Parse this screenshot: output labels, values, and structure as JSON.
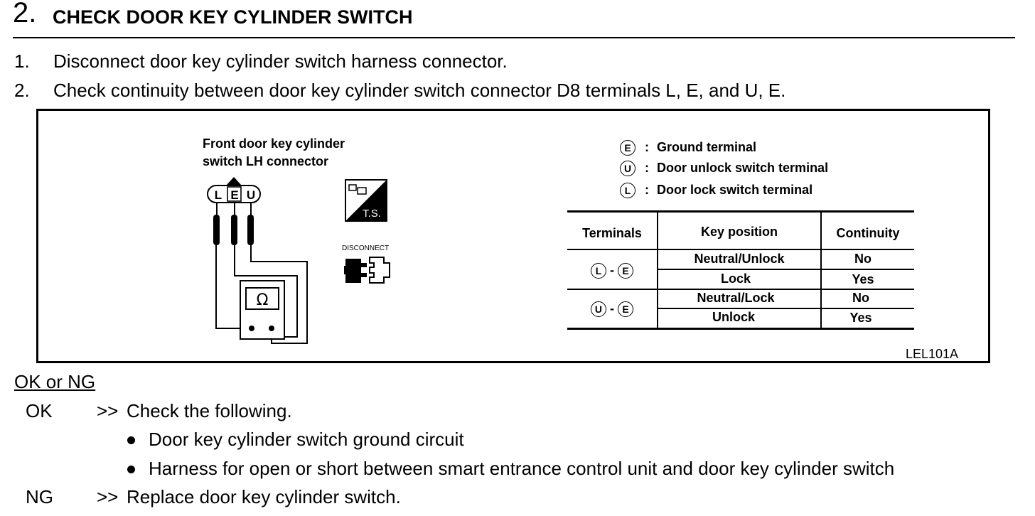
{
  "heading": {
    "number": "2.",
    "title": "CHECK DOOR KEY CYLINDER SWITCH"
  },
  "instructions": [
    {
      "num": "1.",
      "text": "Disconnect door key cylinder switch harness connector."
    },
    {
      "num": "2.",
      "text": "Check continuity between door key cylinder switch connector D8 terminals L, E, and U, E."
    }
  ],
  "figure": {
    "connector_label_line1": "Front door key cylinder",
    "connector_label_line2": "switch LH connector",
    "pins": [
      "L",
      "E",
      "U"
    ],
    "ohm_symbol": "Ω",
    "ts_label": "T.S.",
    "disconnect_label": "DISCONNECT",
    "legend": [
      {
        "symbol": "E",
        "sep": ":",
        "text": "Ground terminal"
      },
      {
        "symbol": "U",
        "sep": ":",
        "text": "Door unlock switch terminal"
      },
      {
        "symbol": "L",
        "sep": ":",
        "text": "Door lock switch terminal"
      }
    ],
    "table": {
      "headers": [
        "Terminals",
        "Key position",
        "Continuity"
      ],
      "groups": [
        {
          "terminal_a": "L",
          "dash": "-",
          "terminal_b": "E",
          "rows": [
            {
              "position": "Neutral/Unlock",
              "continuity": "No"
            },
            {
              "position": "Lock",
              "continuity": "Yes"
            }
          ]
        },
        {
          "terminal_a": "U",
          "dash": "-",
          "terminal_b": "E",
          "rows": [
            {
              "position": "Neutral/Lock",
              "continuity": "No"
            },
            {
              "position": "Unlock",
              "continuity": "Yes"
            }
          ]
        }
      ]
    },
    "figure_id": "LEL101A"
  },
  "result": {
    "title": "OK or NG",
    "ok": {
      "label": "OK",
      "arrow": ">>",
      "text": "Check the following.",
      "bullets": [
        "Door key cylinder switch ground circuit",
        "Harness for open or short between smart entrance control unit and door key cylinder switch"
      ]
    },
    "ng": {
      "label": "NG",
      "arrow": ">>",
      "text": "Replace door key cylinder switch."
    }
  }
}
